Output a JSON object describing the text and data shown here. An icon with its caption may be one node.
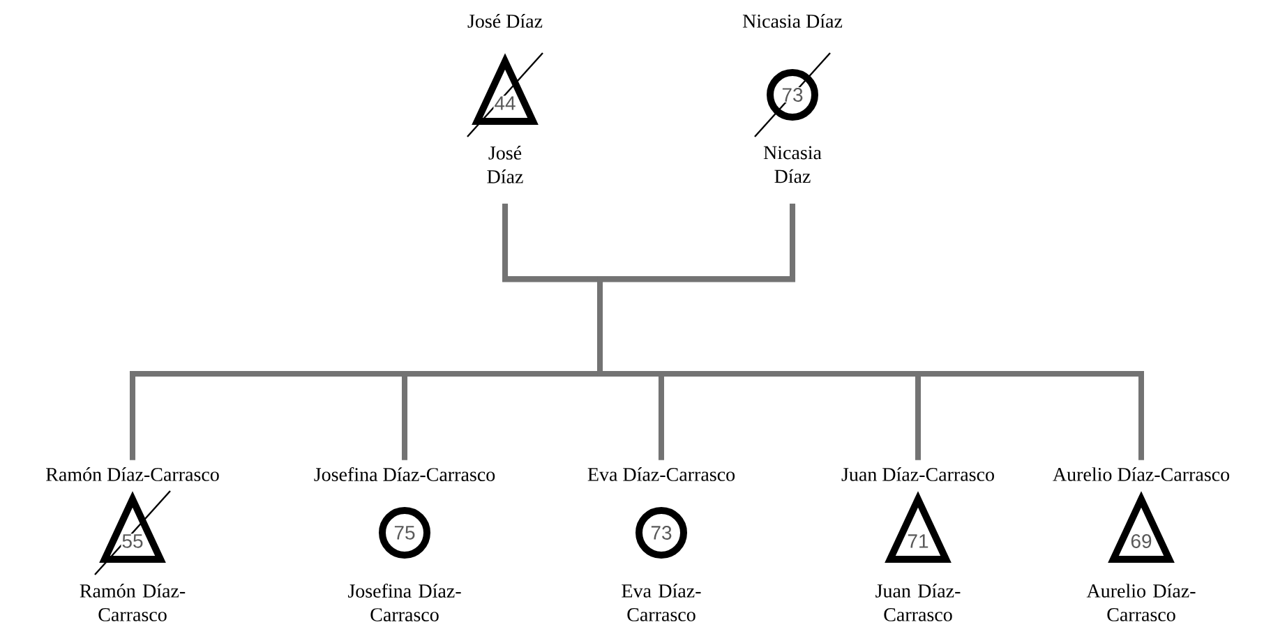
{
  "diagram": {
    "nodes": [
      {
        "text": [
          "44"
        ],
        "beside": [
          "José Díaz",
          "José Díaz"
        ]
      },
      {
        "text": [
          "73"
        ],
        "beside": [
          "Nicasia Díaz",
          "Nicasia Díaz"
        ]
      },
      {
        "text": [
          "55"
        ],
        "beside": [
          "Ramón Díaz-Carrasco",
          "Ramón Díaz-Carrasco"
        ]
      },
      {
        "text": [
          "75"
        ],
        "beside": [
          "Josefina Díaz-Carrasco",
          "Josefina Díaz-Carrasco"
        ]
      },
      {
        "text": [
          "73"
        ],
        "beside": [
          "Eva Díaz-Carrasco",
          "Eva Díaz-Carrasco"
        ]
      },
      {
        "text": [
          "71"
        ],
        "beside": [
          "Juan Díaz-Carrasco",
          "Juan Díaz-Carrasco"
        ]
      },
      {
        "text": [
          "69"
        ],
        "beside": [
          "Aurelio Díaz-Carrasco",
          "Aurelio Díaz-Carrasco"
        ]
      }
    ],
    "edges": [
      {
        "from": 0,
        "to": 1,
        "arrow": "none"
      },
      {
        "from": 0,
        "to": 2,
        "arrow": "none"
      },
      {
        "from": 0,
        "to": 3,
        "arrow": "none"
      },
      {
        "from": 0,
        "to": 4,
        "arrow": "none"
      },
      {
        "from": 0,
        "to": 5,
        "arrow": "none"
      },
      {
        "from": 0,
        "to": 6,
        "arrow": "none"
      },
      {
        "from": 1,
        "to": 2,
        "arrow": "none"
      },
      {
        "from": 1,
        "to": 3,
        "arrow": "none"
      },
      {
        "from": 1,
        "to": 4,
        "arrow": "none"
      },
      {
        "from": 1,
        "to": 5,
        "arrow": "none"
      },
      {
        "from": 1,
        "to": 6,
        "arrow": "none"
      }
    ]
  }
}
